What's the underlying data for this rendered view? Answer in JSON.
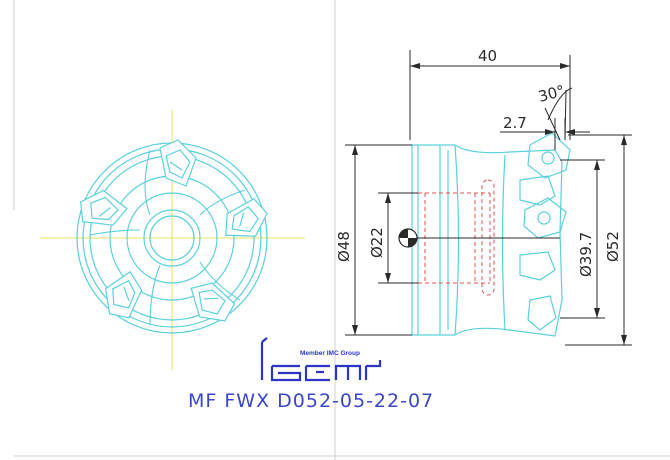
{
  "dimensions": {
    "length": "40",
    "angle": "30°",
    "insert_offset": "2.7",
    "shank_dia": "Ø48",
    "bore_dia": "Ø22",
    "cut_dia_inner": "Ø39.7",
    "cut_dia_outer": "Ø52"
  },
  "logo": {
    "subtitle": "Member IMC Group",
    "brand": "ISCAR"
  },
  "title": "MF FWX D052-05-22-07",
  "colors": {
    "outline": "#5ad0dc",
    "centerline": "#f0e060",
    "hidden": "#e05050",
    "dimension": "#2a2a2a",
    "brand": "#2b36c8"
  }
}
